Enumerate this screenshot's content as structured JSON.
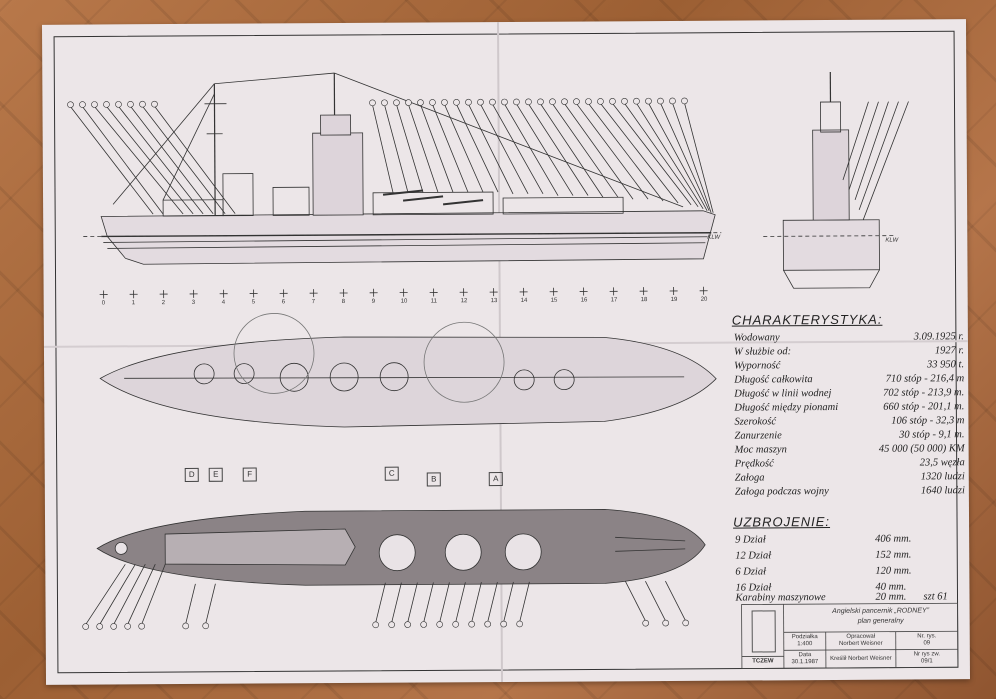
{
  "sheet": {
    "spec_title": "CHARAKTERYSTYKA:",
    "specs": [
      {
        "label": "Wodowany",
        "value": "3.09.1925 r."
      },
      {
        "label": "W służbie od:",
        "value": "1927 r."
      },
      {
        "label": "Wyporność",
        "value": "33 950 t."
      },
      {
        "label": "Długość całkowita",
        "value": "710 stóp - 216,4 m"
      },
      {
        "label": "Długość w linii wodnej",
        "value": "702 stóp - 213,9 m."
      },
      {
        "label": "Długość między pionami",
        "value": "660 stóp - 201,1 m."
      },
      {
        "label": "Szerokość",
        "value": "106 stóp - 32,3 m"
      },
      {
        "label": "Zanurzenie",
        "value": "30 stóp - 9,1 m."
      },
      {
        "label": "Moc maszyn",
        "value": "45 000 (50 000) KM"
      },
      {
        "label": "Prędkość",
        "value": "23,5 węzła"
      },
      {
        "label": "Załoga",
        "value": "1320 ludzi"
      },
      {
        "label": "Załoga podczas wojny",
        "value": "1640 ludzi"
      }
    ],
    "armament_title": "UZBROJENIE:",
    "armament": [
      {
        "label": "9 Dział",
        "value": "406 mm.",
        "extra": ""
      },
      {
        "label": "12 Dział",
        "value": "152 mm.",
        "extra": ""
      },
      {
        "label": "6 Dział",
        "value": "120 mm.",
        "extra": ""
      },
      {
        "label": "16 Dział",
        "value": "40 mm.",
        "extra": ""
      },
      {
        "label": "Karabiny maszynowe",
        "value": "20 mm.",
        "extra": "szt 61"
      }
    ],
    "title_block": {
      "ship": "Angielski pancernik „RODNEY”",
      "plan": "plan generalny",
      "scale_label": "Podziałka",
      "scale": "1:400",
      "drawn_label": "Opracował",
      "drawn_by": "Norbert Weisner",
      "sheet_no_label": "Nr. rys.",
      "sheet_no": "09",
      "date_label": "Data",
      "date": "30.1.1987",
      "checked": "Kreślił Norbert Weisner",
      "drawing_no_label": "Nr rys zw.",
      "drawing_no": "09/1",
      "place": "TCZEW"
    },
    "frame_numbers": [
      "0",
      "1",
      "2",
      "3",
      "4",
      "5",
      "6",
      "7",
      "8",
      "9",
      "10",
      "11",
      "12",
      "13",
      "14",
      "15",
      "16",
      "17",
      "18",
      "19",
      "20"
    ],
    "deck_markers": [
      "D",
      "E",
      "F",
      "C",
      "B",
      "A"
    ],
    "waterline": "KLW"
  }
}
